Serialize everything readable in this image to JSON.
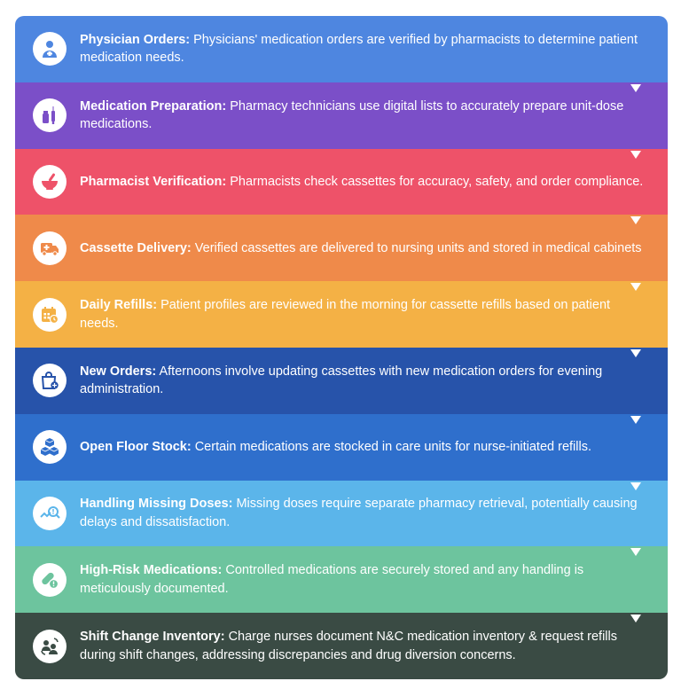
{
  "steps": [
    {
      "title": "Physician Orders:",
      "desc": "Physicians' medication orders are verified by pharmacists to determine patient medication needs.",
      "color": "#4E86E0",
      "icon": "doctor-icon"
    },
    {
      "title": "Medication Preparation:",
      "desc": "Pharmacy technicians use digital lists to accurately prepare unit-dose medications.",
      "color": "#7B4FC8",
      "icon": "syringe-vial-icon"
    },
    {
      "title": "Pharmacist Verification:",
      "desc": "Pharmacists check cassettes for accuracy, safety, and order compliance.",
      "color": "#EE5269",
      "icon": "mortar-pestle-icon"
    },
    {
      "title": "Cassette Delivery:",
      "desc": "Verified cassettes are delivered to nursing units and stored in medical cabinets",
      "color": "#EF8A4A",
      "icon": "delivery-truck-icon"
    },
    {
      "title": "Daily Refills:",
      "desc": "Patient profiles are reviewed in the morning for cassette refills based on patient needs.",
      "color": "#F4B145",
      "icon": "calendar-clock-icon"
    },
    {
      "title": "New Orders:",
      "desc": "Afternoons involve updating cassettes with new medication orders for evening administration.",
      "color": "#2753AA",
      "icon": "shopping-bag-plus-icon"
    },
    {
      "title": "Open Floor Stock:",
      "desc": "Certain medications are stocked in care units for nurse-initiated refills.",
      "color": "#2F6FCC",
      "icon": "boxes-icon"
    },
    {
      "title": "Handling Missing Doses:",
      "desc": "Missing doses require separate pharmacy retrieval, potentially causing delays and dissatisfaction.",
      "color": "#5BB5EA",
      "icon": "search-trend-icon"
    },
    {
      "title": "High-Risk Medications:",
      "desc": "Controlled medications are securely stored and any handling is meticulously documented.",
      "color": "#6DC49E",
      "icon": "pill-alert-icon"
    },
    {
      "title": "Shift Change Inventory:",
      "desc": "Charge nurses document N&C medication inventory & request refills during shift changes, addressing discrepancies and drug diversion concerns.",
      "color": "#3A4B44",
      "icon": "people-exchange-icon"
    }
  ]
}
